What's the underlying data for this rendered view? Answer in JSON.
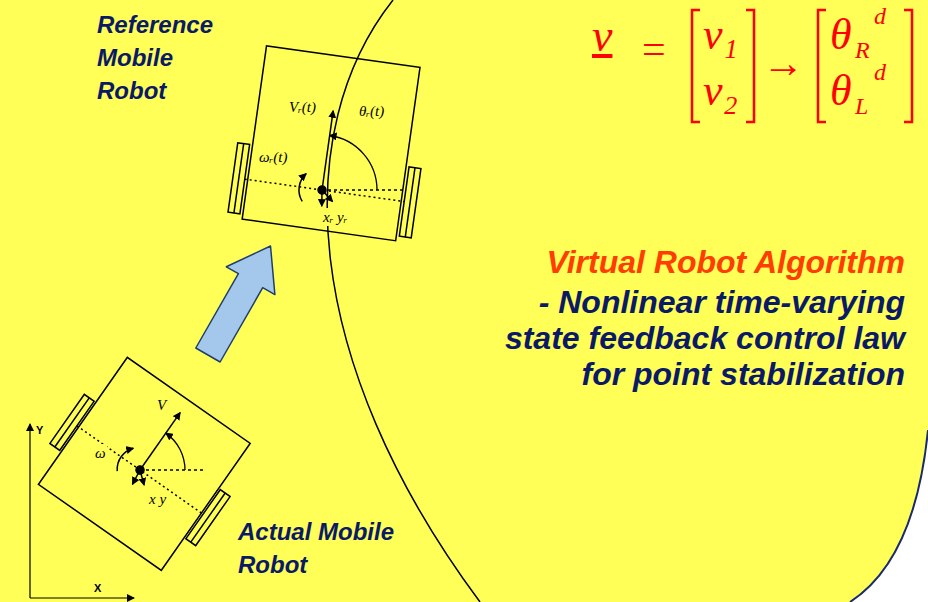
{
  "diagram": {
    "nodes": [
      {
        "text": [
          "Reference Mobile Robot"
        ]
      },
      {
        "text": [
          "Actual Mobile Robot"
        ]
      }
    ],
    "edges": [
      {
        "from": 1,
        "to": 0,
        "arrow": "to"
      }
    ],
    "labels": [
      "v",
      "=",
      "v₁",
      "v₂",
      "→",
      "θ",
      "R",
      "d",
      "θ",
      "L",
      "d",
      "Virtual Robot Algorithm",
      "- Nonlinear time-varying state feedback control law for point stabilization",
      "Vᵣ(t)",
      "θᵣ(t)",
      "ωᵣ(t)",
      "xᵣ yᵣ",
      "V",
      "ω",
      "x y",
      "Y",
      "X"
    ]
  }
}
